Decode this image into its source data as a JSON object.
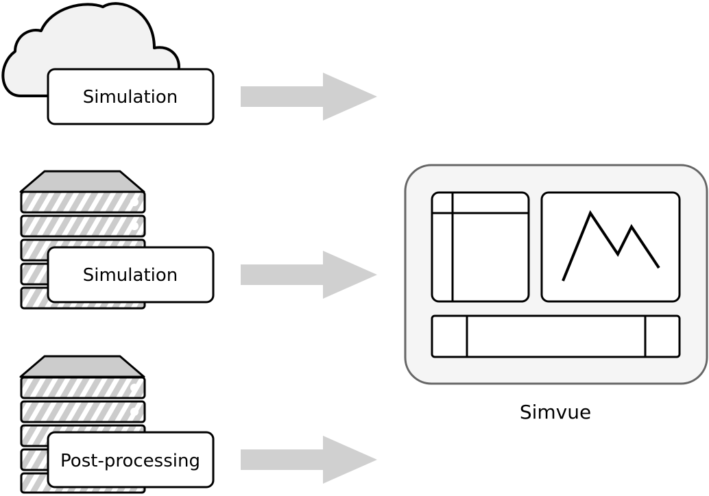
{
  "sources": [
    {
      "icon": "cloud-icon",
      "label": "Simulation"
    },
    {
      "icon": "server-rack-icon",
      "label": "Simulation"
    },
    {
      "icon": "server-rack-icon",
      "label": "Post-processing"
    }
  ],
  "destination": {
    "icon": "dashboard-icon",
    "label": "Simvue"
  },
  "colors": {
    "outline": "#000000",
    "arrow": "#d0d0d0",
    "cloud_fill": "#f2f2f2",
    "server_fill": "#cccccc",
    "dashboard_frame": "#f5f5f5",
    "dashboard_border": "#666666"
  }
}
